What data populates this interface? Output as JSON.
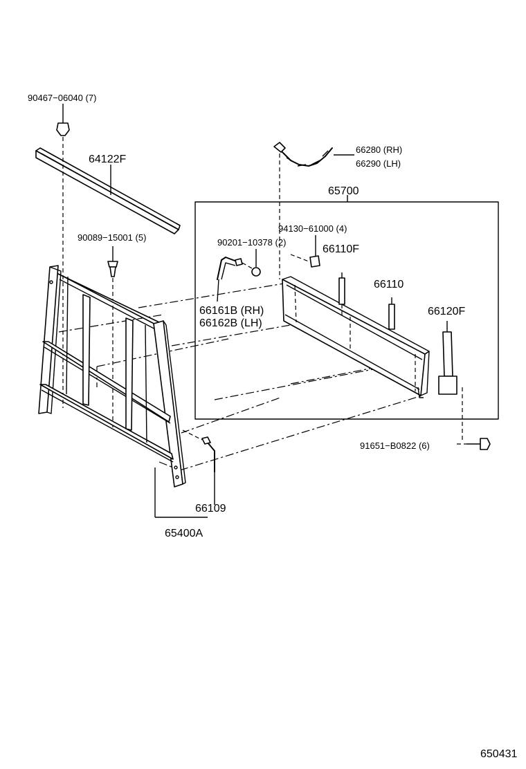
{
  "labels": {
    "p90467": "90467−06040 (7)",
    "p64122f": "64122F",
    "p90089": "90089−15001 (5)",
    "p66280": "66280 (RH)",
    "p66290": "66290 (LH)",
    "p65700": "65700",
    "p94130": "94130−61000 (4)",
    "p90201": "90201−10378 (2)",
    "p66110f": "66110F",
    "p66110": "66110",
    "p66161b": "66161B (RH)",
    "p66162b": "66162B (LH)",
    "p66120f": "66120F",
    "p91651": "91651−B0822 (6)",
    "p66109": "66109",
    "p65400a": "65400A",
    "figure_code": "650431"
  }
}
